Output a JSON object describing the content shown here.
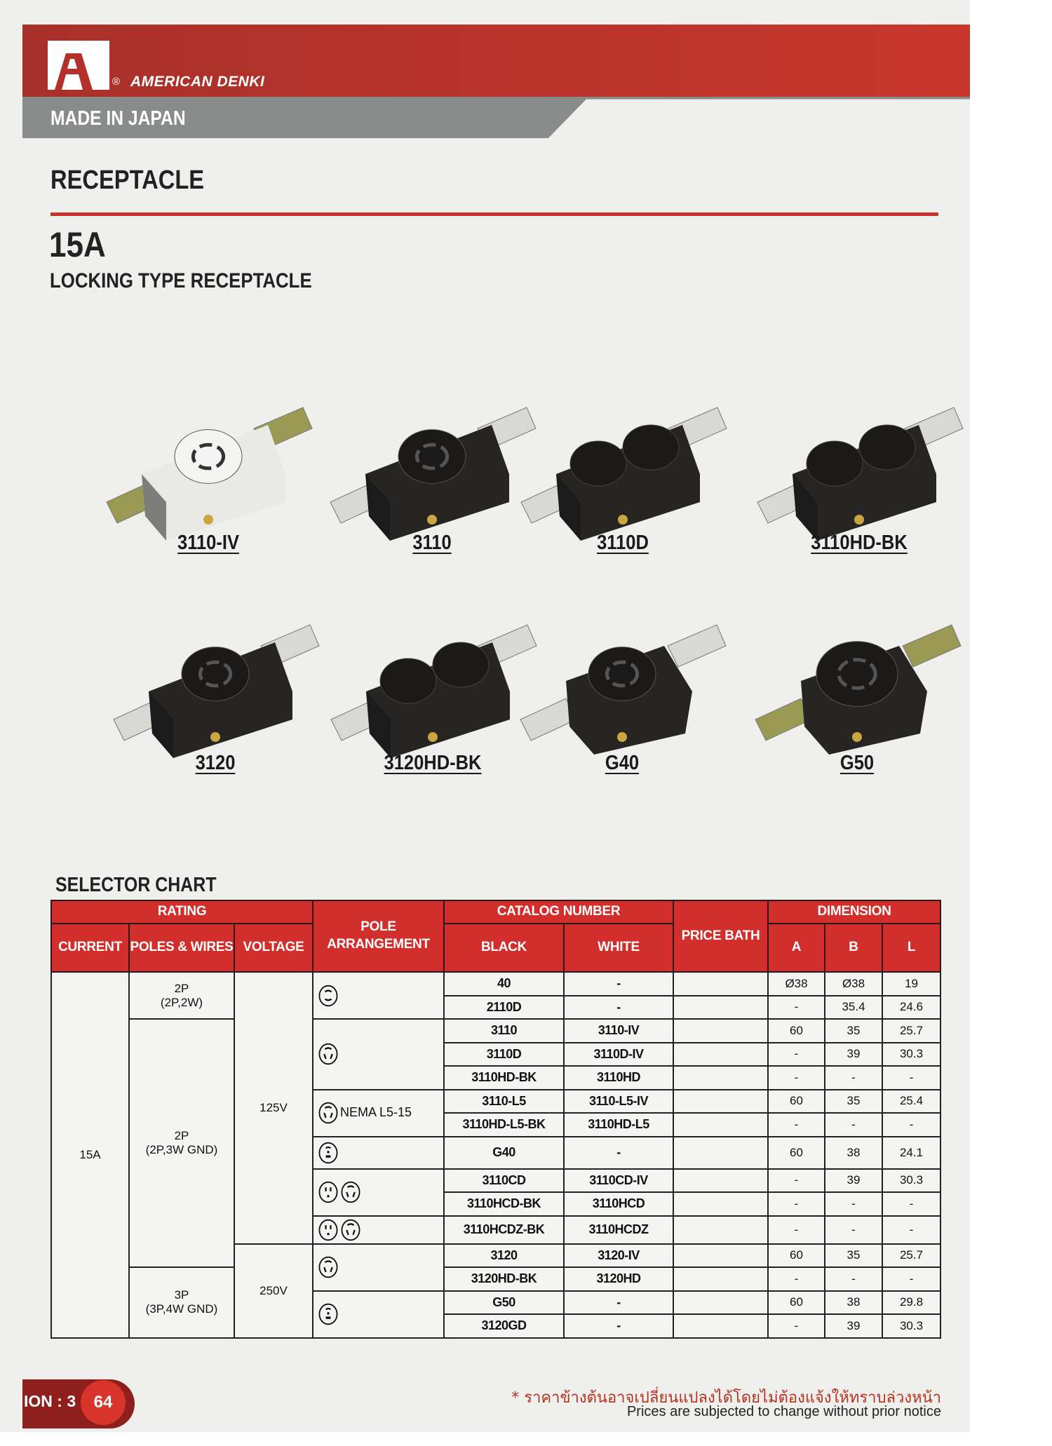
{
  "header": {
    "brand": "AMERICAN DENKI",
    "registered": "®",
    "logo_letter": "A",
    "made_in": "MADE IN JAPAN"
  },
  "page": {
    "section_title": "RECEPTACLE",
    "rating": "15A",
    "subtitle": "LOCKING TYPE RECEPTACLE"
  },
  "products": [
    {
      "label": "3110-IV",
      "color": "white"
    },
    {
      "label": "3110",
      "color": "black"
    },
    {
      "label": "3110D",
      "color": "black"
    },
    {
      "label": "3110HD-BK",
      "color": "black"
    },
    {
      "label": "3120",
      "color": "black"
    },
    {
      "label": "3120HD-BK",
      "color": "black"
    },
    {
      "label": "G40",
      "color": "black"
    },
    {
      "label": "G50",
      "color": "black"
    }
  ],
  "selector": {
    "title": "SELECTOR CHART",
    "headers": {
      "rating": "RATING",
      "current": "CURRENT",
      "poles": "POLES & WIRES",
      "voltage": "VOLTAGE",
      "pole_arrangement": "POLE ARRANGEMENT",
      "catalog": "CATALOG NUMBER",
      "black": "BLACK",
      "white": "WHITE",
      "price": "PRICE BATH",
      "dimension": "DIMENSION",
      "a": "A",
      "b": "B",
      "l": "L"
    },
    "current": "15A",
    "poles": [
      {
        "p": "2P",
        "w": "(2P,2W)"
      },
      {
        "p": "2P",
        "w": "(2P,3W GND)"
      },
      {
        "p": "3P",
        "w": "(3P,4W GND)"
      }
    ],
    "voltages": [
      "125V",
      "250V"
    ],
    "nema_label": "NEMA L5-15",
    "rows": [
      {
        "black": "40",
        "white": "-",
        "price": "",
        "a": "Ø38",
        "b": "Ø38",
        "l": "19"
      },
      {
        "black": "2110D",
        "white": "-",
        "price": "",
        "a": "-",
        "b": "35.4",
        "l": "24.6"
      },
      {
        "black": "3110",
        "white": "3110-IV",
        "price": "",
        "a": "60",
        "b": "35",
        "l": "25.7"
      },
      {
        "black": "3110D",
        "white": "3110D-IV",
        "price": "",
        "a": "-",
        "b": "39",
        "l": "30.3"
      },
      {
        "black": "3110HD-BK",
        "white": "3110HD",
        "price": "",
        "a": "-",
        "b": "-",
        "l": "-"
      },
      {
        "black": "3110-L5",
        "white": "3110-L5-IV",
        "price": "",
        "a": "60",
        "b": "35",
        "l": "25.4"
      },
      {
        "black": "3110HD-L5-BK",
        "white": "3110HD-L5",
        "price": "",
        "a": "-",
        "b": "-",
        "l": "-"
      },
      {
        "black": "G40",
        "white": "-",
        "price": "",
        "a": "60",
        "b": "38",
        "l": "24.1"
      },
      {
        "black": "3110CD",
        "white": "3110CD-IV",
        "price": "",
        "a": "-",
        "b": "39",
        "l": "30.3"
      },
      {
        "black": "3110HCD-BK",
        "white": "3110HCD",
        "price": "",
        "a": "-",
        "b": "-",
        "l": "-"
      },
      {
        "black": "3110HCDZ-BK",
        "white": "3110HCDZ",
        "price": "",
        "a": "-",
        "b": "-",
        "l": "-"
      },
      {
        "black": "3120",
        "white": "3120-IV",
        "price": "",
        "a": "60",
        "b": "35",
        "l": "25.7"
      },
      {
        "black": "3120HD-BK",
        "white": "3120HD",
        "price": "",
        "a": "-",
        "b": "-",
        "l": "-"
      },
      {
        "black": "G50",
        "white": "-",
        "price": "",
        "a": "60",
        "b": "38",
        "l": "29.8"
      },
      {
        "black": "3120GD",
        "white": "-",
        "price": "",
        "a": "-",
        "b": "39",
        "l": "30.3"
      }
    ]
  },
  "footer": {
    "section": "ION : 3",
    "page_number": "64",
    "note_thai": "* ราคาข้างต้นอาจเปลี่ยนแปลงได้โดยไม่ต้องแจ้งให้ทราบล่วงหน้า",
    "note_en": "Prices are subjected to change without prior notice"
  },
  "colors": {
    "brand_red": "#c8352c",
    "header_grey": "#8a8b8b",
    "table_header": "#d22f2c"
  }
}
